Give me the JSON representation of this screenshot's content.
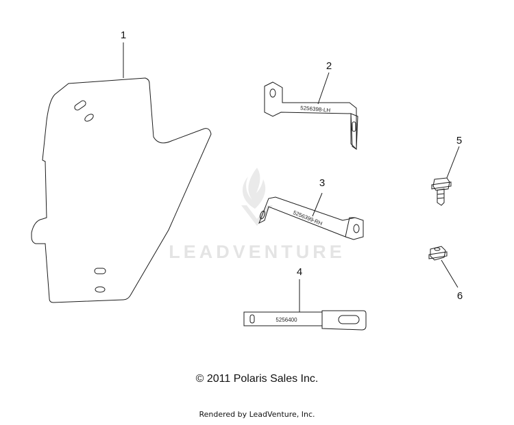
{
  "watermark": {
    "text": "LEADVENTURE"
  },
  "parts": [
    {
      "callout": "1"
    },
    {
      "callout": "2",
      "marking": "5256398-LH"
    },
    {
      "callout": "3",
      "marking": "5256399-RH"
    },
    {
      "callout": "4",
      "marking": "5256400"
    },
    {
      "callout": "5"
    },
    {
      "callout": "6"
    }
  ],
  "footer": {
    "copyright": "© 2011 Polaris Sales Inc.",
    "rendered_by": "Rendered by LeadVenture, Inc."
  }
}
